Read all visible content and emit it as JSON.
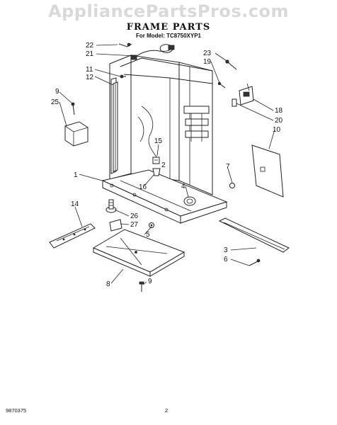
{
  "header": {
    "watermark": "AppliancePartsPros.com",
    "title": "FRAME PARTS",
    "model_line": "For Model: TC8750XYP1"
  },
  "footer": {
    "doc_number": "9870375",
    "page_number": "2"
  },
  "callouts": {
    "c1": "1",
    "c2": "2",
    "c3": "3",
    "c4": "4",
    "c5": "5",
    "c6": "6",
    "c7": "7",
    "c8": "8",
    "c9a": "9",
    "c9b": "9",
    "c10": "10",
    "c11": "11",
    "c12": "12",
    "c14": "14",
    "c15": "15",
    "c16": "16",
    "c18": "18",
    "c19": "19",
    "c20": "20",
    "c21": "21",
    "c22": "22",
    "c23": "23",
    "c25": "25",
    "c26": "26",
    "c27": "27"
  }
}
